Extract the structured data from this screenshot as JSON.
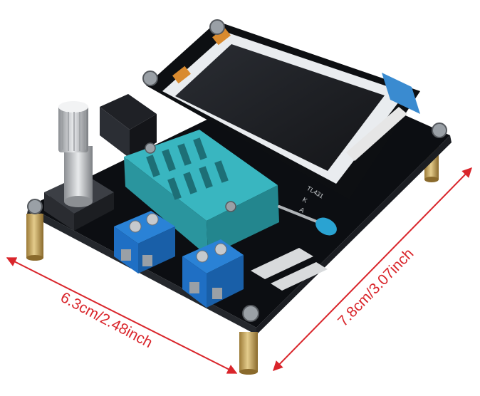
{
  "dimensions": {
    "width_label": "6.3cm/2.48inch",
    "length_label": "7.8cm/3.07inch"
  },
  "board": {
    "silk_labels": {
      "tl431": "TL431",
      "k": "K",
      "a": "A"
    }
  },
  "colors": {
    "pcb": "#111318",
    "screen": "#1a1c20",
    "bezel": "#e9ecef",
    "zif_socket": "#2ea9b3",
    "terminal_block": "#1f6fc4",
    "dimension_arrow": "#d9252b",
    "standoff": "#c9a55a",
    "probe_tip": "#2aa3d2"
  }
}
